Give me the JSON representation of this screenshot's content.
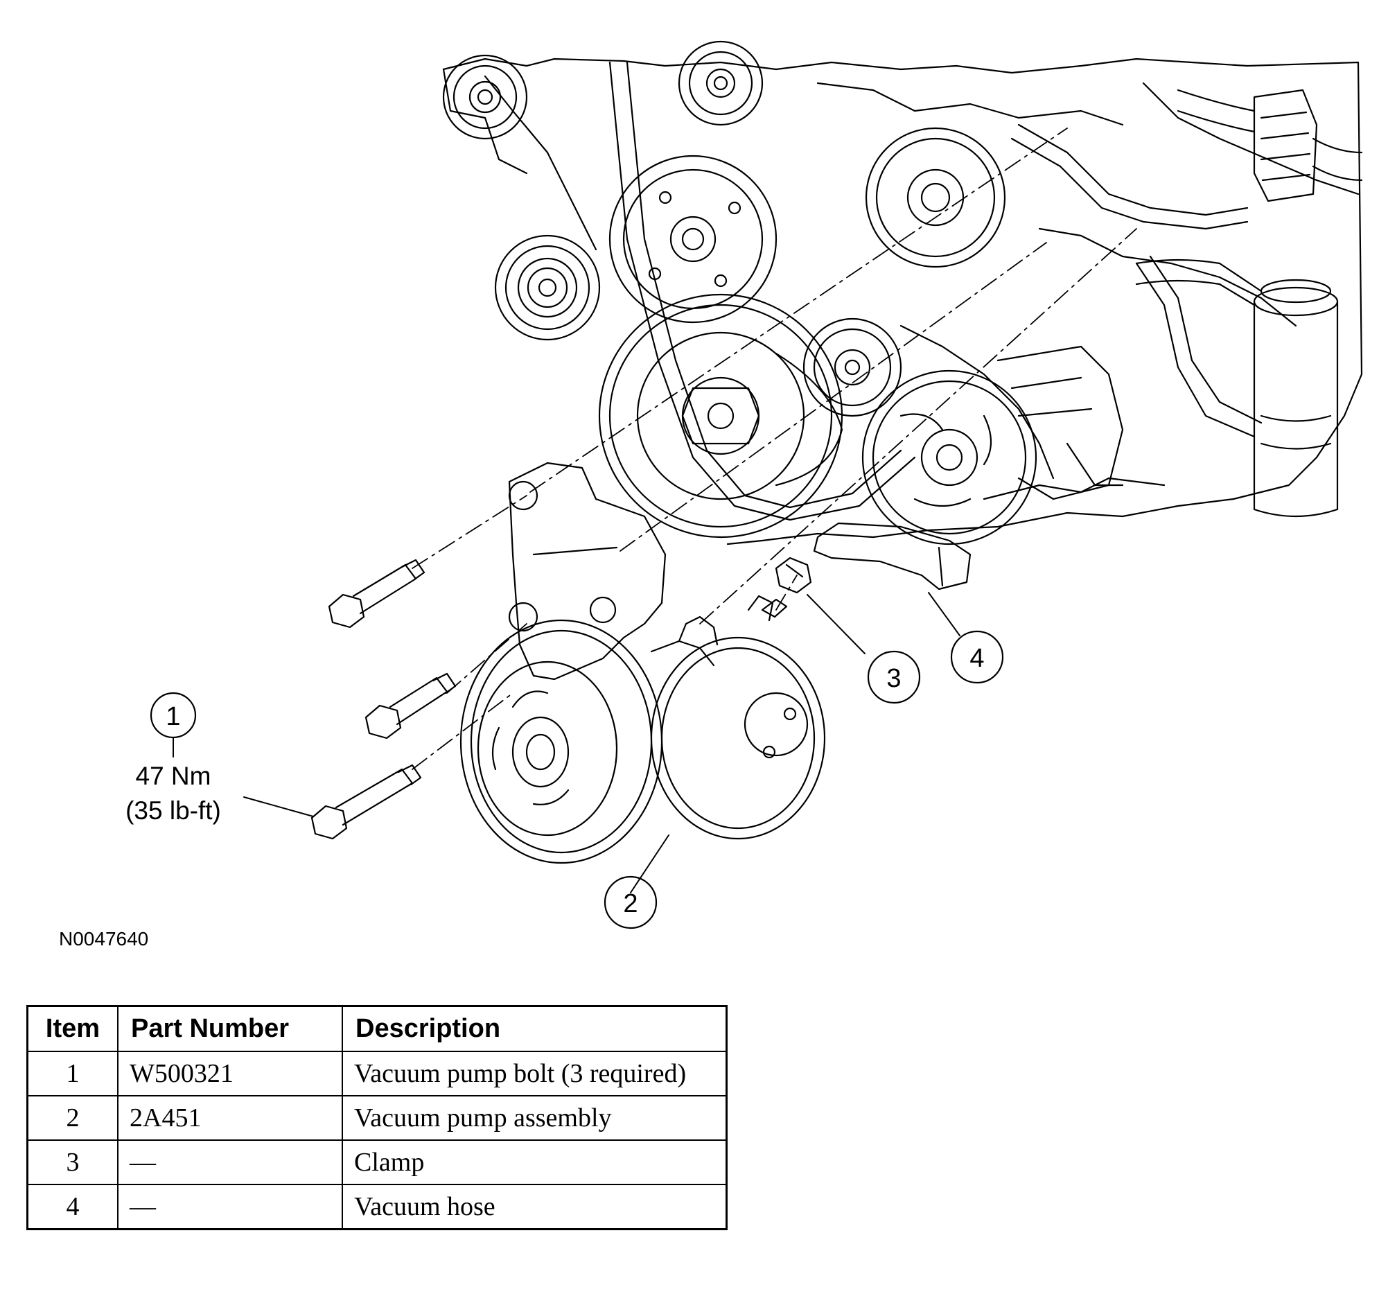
{
  "figure": {
    "id": "N0047640",
    "torque": {
      "metric": "47 Nm",
      "imperial": "(35 lb-ft)"
    },
    "callouts": [
      "1",
      "2",
      "3",
      "4"
    ]
  },
  "table": {
    "headers": [
      "Item",
      "Part Number",
      "Description"
    ],
    "rows": [
      {
        "item": "1",
        "part_number": "W500321",
        "description": "Vacuum pump bolt (3 required)"
      },
      {
        "item": "2",
        "part_number": "2A451",
        "description": "Vacuum pump assembly"
      },
      {
        "item": "3",
        "part_number": "—",
        "description": "Clamp"
      },
      {
        "item": "4",
        "part_number": "—",
        "description": "Vacuum hose"
      }
    ]
  }
}
